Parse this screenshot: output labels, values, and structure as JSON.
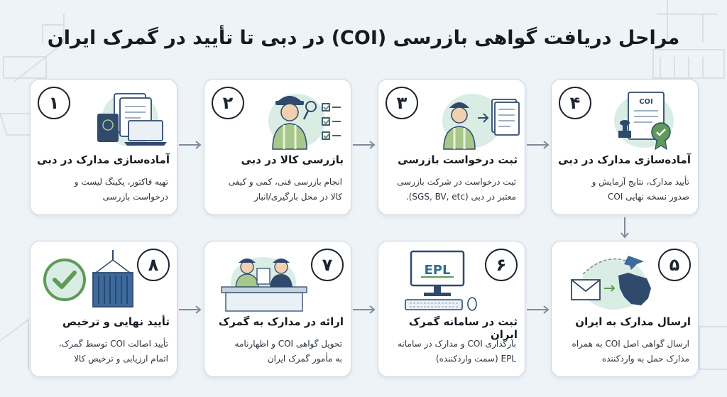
{
  "title": "مراحل دریافت گواهی بازرسی (COI) در دبی تا تأیید در گمرک ایران",
  "colors": {
    "accent": "#5e9b5a",
    "navy": "#2f4a6b",
    "vest": "#a8c78a",
    "mint": "#d9ede5",
    "arrow": "#7f8b99"
  },
  "steps": [
    {
      "number": "۱",
      "title": "آماده‌سازی مدارک در دبی",
      "desc_1": "تهیه فاکتور، پکینگ لیست و",
      "desc_2": "درخواست بازرسی",
      "desc_3": "",
      "icon": "documents-passport-laptop-icon"
    },
    {
      "number": "۲",
      "title": "بازرسی کالا در دبی",
      "desc_1": "انجام بازرسی فنی، کمی و کیفی",
      "desc_2": "کالا در محل بارگیری/انبار",
      "desc_3": "",
      "icon": "inspector-checklist-icon"
    },
    {
      "number": "۳",
      "title": "ثبت درخواست بازرسی",
      "desc_1": "ثبت درخواست در شرکت بازرسی",
      "desc_2": "معتبر در دبی (SGS, BV, etc).",
      "desc_3": "",
      "icon": "inspector-submit-document-icon"
    },
    {
      "number": "۴",
      "title": "آماده‌سازی مدارک در دبی",
      "desc_1": "تأیید مدارک، نتایج آزمایش و",
      "desc_2": "صدور نسخه نهایی COI",
      "desc_3": "",
      "icon": "coi-certificate-icon",
      "doc_label": "COI"
    },
    {
      "number": "۵",
      "title": "ارسال مدارک به ایران",
      "desc_1": "ارسال گواهی اصل COI به همراه",
      "desc_2": "مدارک حمل به واردکننده",
      "desc_3": "",
      "icon": "mail-plane-iran-map-icon"
    },
    {
      "number": "۶",
      "title": "ثبت در سامانه گمرک ایران",
      "desc_1": "بارگذاری COI و مدارک در سامانه",
      "desc_2": "EPL (سمت واردکننده)",
      "desc_3": "",
      "icon": "epl-computer-icon",
      "screen_label": "EPL"
    },
    {
      "number": "۷",
      "title": "ارائه در مدارک به گمرک",
      "desc_1": "تحویل گواهی COI و اظهارنامه",
      "desc_2": "به مأمور گمرک ایران",
      "desc_3": "",
      "icon": "customs-officer-desk-icon"
    },
    {
      "number": "۸",
      "title": "تأیید نهایی و ترخیص",
      "desc_1": "تأیید اصالت COI توسط گمرک،",
      "desc_2": "اتمام ارزیابی و ترخیص کالا",
      "desc_3": "",
      "icon": "checkmark-container-icon"
    }
  ]
}
